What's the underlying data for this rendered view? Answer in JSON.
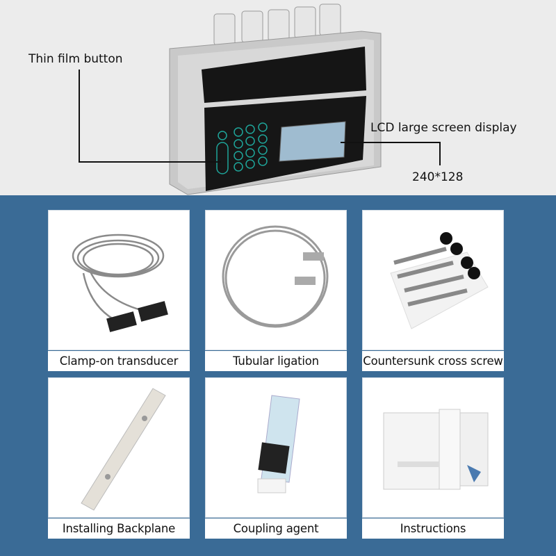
{
  "callouts": {
    "thin_film_button": "Thin film button",
    "lcd_display": "LCD large screen display",
    "resolution": "240*128"
  },
  "accessories": [
    {
      "label": "Clamp-on transducer"
    },
    {
      "label": "Tubular ligation"
    },
    {
      "label": "Countersunk cross screw"
    },
    {
      "label": "Installing Backplane"
    },
    {
      "label": "Coupling agent"
    },
    {
      "label": "Instructions"
    }
  ],
  "colors": {
    "background": "#3a6b96",
    "top_panel": "#ececec"
  }
}
